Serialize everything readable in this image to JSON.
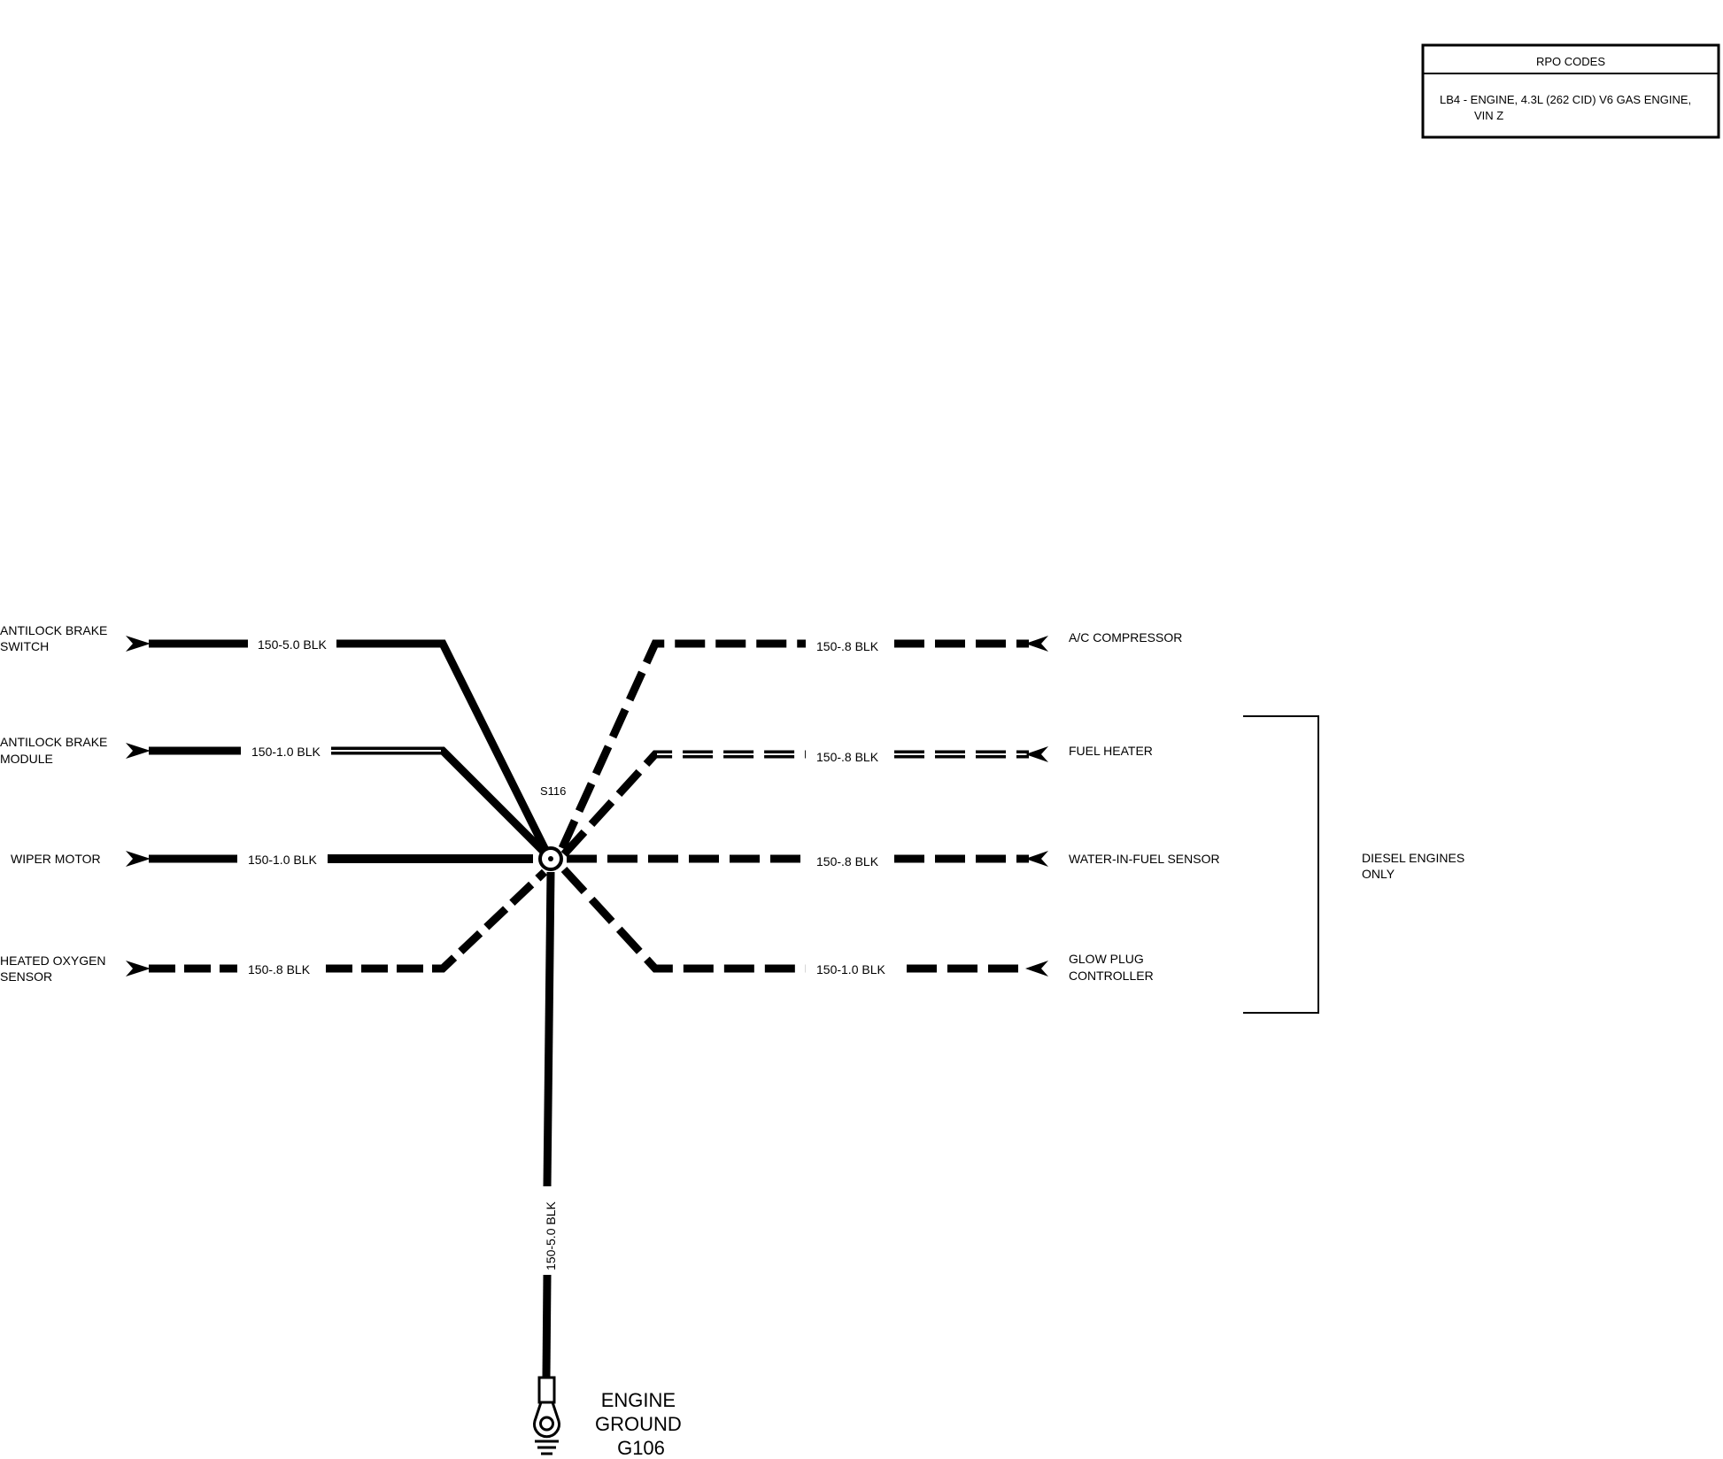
{
  "rpo_box": {
    "header": "RPO CODES",
    "line1": "LB4 - ENGINE, 4.3L (262 CID) V6 GAS ENGINE,",
    "line2": "VIN Z"
  },
  "splice_label": "S116",
  "left_components": [
    {
      "line1": "ANTILOCK BRAKE",
      "line2": "SWITCH"
    },
    {
      "line1": "ANTILOCK BRAKE",
      "line2": "MODULE"
    },
    {
      "line1": "WIPER MOTOR",
      "line2": ""
    },
    {
      "line1": "HEATED OXYGEN",
      "line2": "SENSOR"
    }
  ],
  "left_wires": [
    "150-5.0 BLK",
    "150-1.0 BLK",
    "150-1.0 BLK",
    "150-.8 BLK"
  ],
  "right_components": [
    {
      "line1": "A/C COMPRESSOR",
      "line2": ""
    },
    {
      "line1": "FUEL HEATER",
      "line2": ""
    },
    {
      "line1": "WATER-IN-FUEL SENSOR",
      "line2": ""
    },
    {
      "line1": "GLOW PLUG",
      "line2": "CONTROLLER"
    }
  ],
  "right_wires": [
    "150-.8 BLK",
    "150-.8 BLK",
    "150-.8 BLK",
    "150-1.0 BLK"
  ],
  "bracket_note": {
    "line1": "DIESEL ENGINES",
    "line2": "ONLY"
  },
  "ground_wire": "150-5.0 BLK",
  "ground": {
    "line1": "ENGINE",
    "line2": "GROUND",
    "line3": "G106"
  }
}
